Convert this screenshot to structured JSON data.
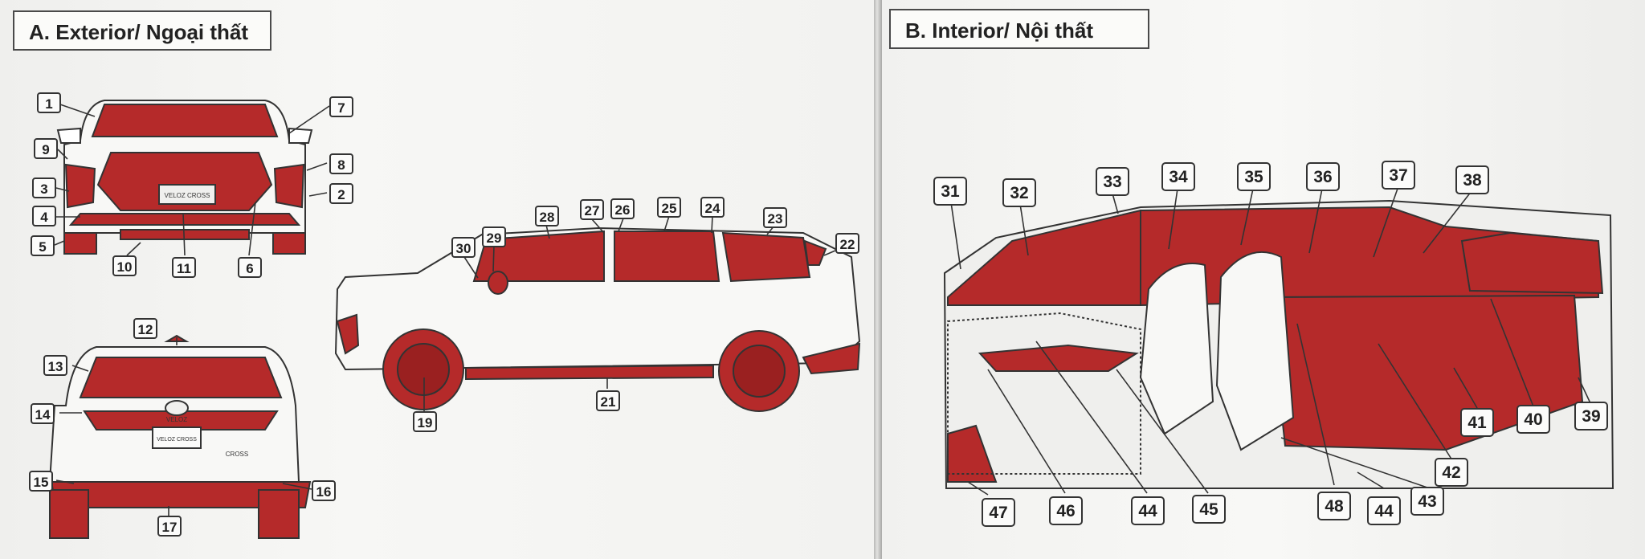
{
  "sections": {
    "exterior_title": "A. Exterior/ Ngoại thất",
    "interior_title": "B. Interior/ Nội thất"
  },
  "exterior": {
    "front_plate_text": "VELOZ CROSS",
    "rear_badge_text": "VELOZ",
    "rear_plate_text": "VELOZ CROSS",
    "rear_model_text": "CROSS"
  },
  "colors": {
    "highlight_red": "#b52a2a",
    "outline": "#333333",
    "paper": "#f4f4f2"
  },
  "callouts_exterior": [
    "1",
    "2",
    "3",
    "4",
    "5",
    "6",
    "7",
    "8",
    "9",
    "10",
    "11",
    "12",
    "13",
    "14",
    "15",
    "16",
    "17",
    "19",
    "21",
    "22",
    "23",
    "24",
    "25",
    "26",
    "27",
    "28",
    "29",
    "30"
  ],
  "callouts_interior": [
    "31",
    "32",
    "33",
    "34",
    "35",
    "36",
    "37",
    "38",
    "39",
    "40",
    "41",
    "42",
    "43",
    "44",
    "44",
    "45",
    "46",
    "47",
    "48"
  ]
}
